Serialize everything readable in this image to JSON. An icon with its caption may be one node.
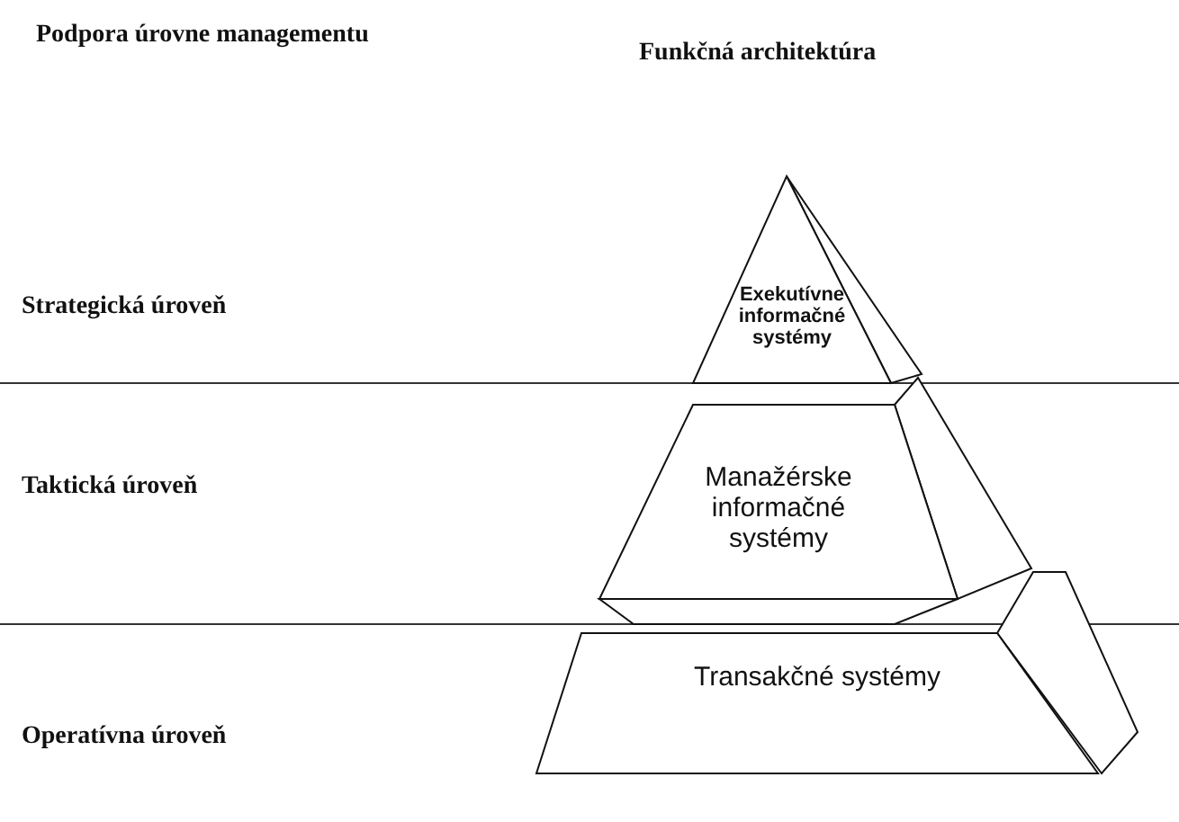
{
  "diagram": {
    "nodes": [
      {
        "text": [
          "Exekutívne informačné systémy"
        ]
      },
      {
        "text": [
          "Manažérske informačné systémy"
        ]
      },
      {
        "text": [
          "Transakčné systémy"
        ]
      }
    ],
    "labels": [
      "Podpora úrovne managementu",
      "Funkčná architektúra",
      "Strategická úroveň",
      "Taktická úroveň",
      "Operatívna úroveň"
    ]
  }
}
